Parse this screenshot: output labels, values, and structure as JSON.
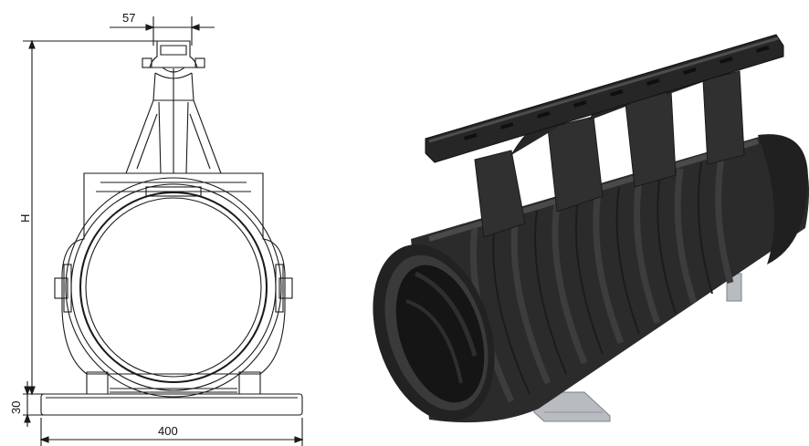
{
  "drawing": {
    "dim_top_width": "57",
    "dim_height": "H",
    "dim_base_height": "30",
    "dim_base_width": "400"
  },
  "colors": {
    "line": "#1a1a1a",
    "product_body": "#2b2b2b",
    "product_highlight": "#4a4a4a",
    "bracket": "#b8bcc0"
  },
  "icons": {
    "left_view": "technical-front-view-drawing",
    "right_view": "drainage-channel-3d-render"
  }
}
